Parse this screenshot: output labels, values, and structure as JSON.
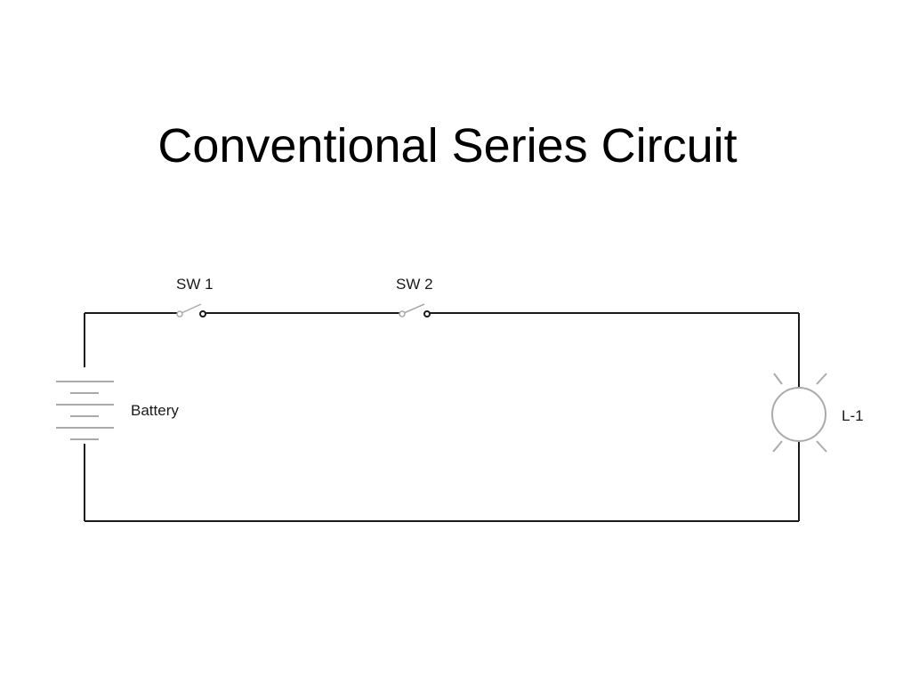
{
  "slide": {
    "title": "Conventional Series Circuit"
  },
  "diagram": {
    "components": {
      "switch_1": {
        "label": "SW 1"
      },
      "switch_2": {
        "label": "SW 2"
      },
      "battery": {
        "label": "Battery"
      },
      "lamp": {
        "label": "L-1"
      }
    },
    "colors": {
      "wire": "#1a1a1a",
      "component": "#aaaaaa",
      "text": "#1a1a1a"
    }
  }
}
